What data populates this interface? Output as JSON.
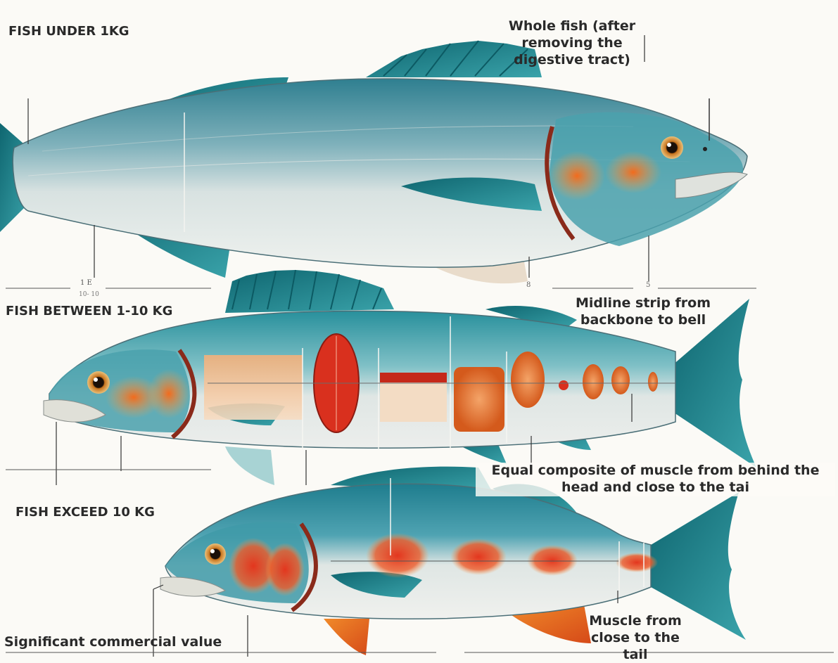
{
  "sections": {
    "under_1kg": "FISH UNDER 1KG",
    "between_1_10kg": "FISH BETWEEN 1-10 KG",
    "exceed_10kg": "FISH EXCEED 10 KG"
  },
  "callouts": {
    "whole_fish": "Whole fish (after removing the digestive tract)",
    "midline_strip": "Midline strip from backbone to bell",
    "equal_composite": "Equal composite of muscle from behind the head and close to the tai",
    "muscle_tail": "Muscle from close to the tail",
    "commercial_value": "Significant commercial value"
  },
  "ruler_marks": {
    "mark_1": "1 E",
    "mark_1_sub": "10- 10",
    "mark_2": "8",
    "mark_3": "5"
  },
  "colors": {
    "fin_teal": "#1e7f86",
    "back_blue": "#3f8e9e",
    "belly_silver": "#e6ebe9",
    "flesh_red": "#d8331f",
    "flesh_orange": "#ee8a3a",
    "background": "#fbfaf6"
  }
}
